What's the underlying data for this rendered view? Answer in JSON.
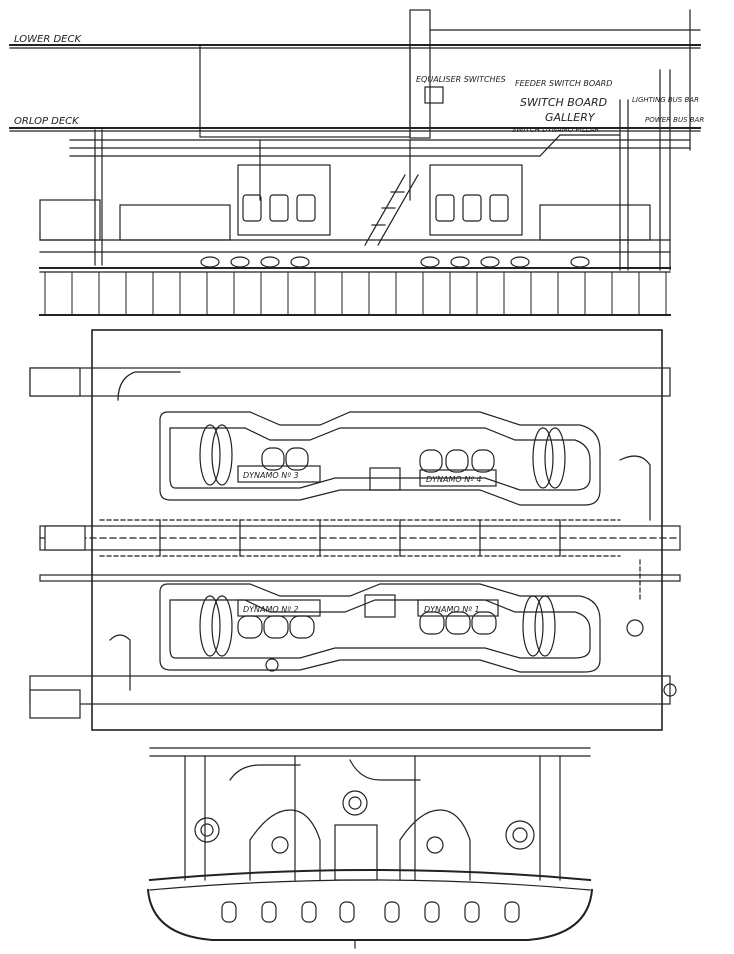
{
  "labels": {
    "lower_deck": "LOWER DECK",
    "orlop_deck": "ORLOP DECK",
    "equaliser_switches": "EQUALISER SWITCHES",
    "feeder_switch_board": "FEEDER SWITCH BOARD",
    "switch_board_line1": "SWITCH BOARD",
    "switch_board_line2": "GALLERY",
    "lighting_bus_bar": "LIGHTING BUS BAR",
    "power_bus_bar": "POWER BUS BAR",
    "switch_dynamo_pillar": "SWITCH DYNAMO PILLAR",
    "dynamo_3": "DYNAMO Nº 3",
    "dynamo_4": "DYNAMO Nº 4",
    "dynamo_2": "DYNAMO Nº 2",
    "dynamo_1": "DYNAMO Nº 1"
  },
  "colors": {
    "ink": "#222222",
    "paper": "#ffffff"
  }
}
